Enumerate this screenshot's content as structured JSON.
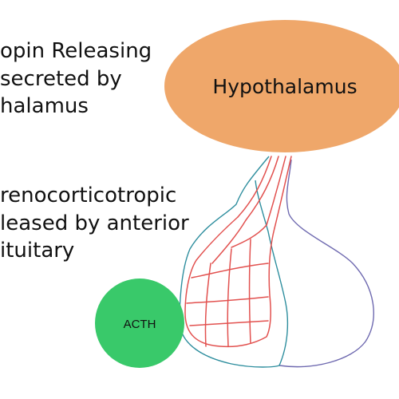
{
  "text_blocks": {
    "crh": {
      "line1": "opin Releasing",
      "line2": "secreted by",
      "line3": "halamus"
    },
    "acth": {
      "line1": "renocorticotropic",
      "line2": "leased by anterior",
      "line3": "ituitary"
    }
  },
  "hypothalamus": {
    "label": "Hypothalamus",
    "color": "#EFA76A"
  },
  "acth_circle": {
    "label": "ACTH",
    "color": "#39C96A"
  },
  "colors": {
    "anterior_outline": "#2E8E9E",
    "posterior_outline": "#6F6AB0",
    "portal_vessels": "#E2514F"
  }
}
